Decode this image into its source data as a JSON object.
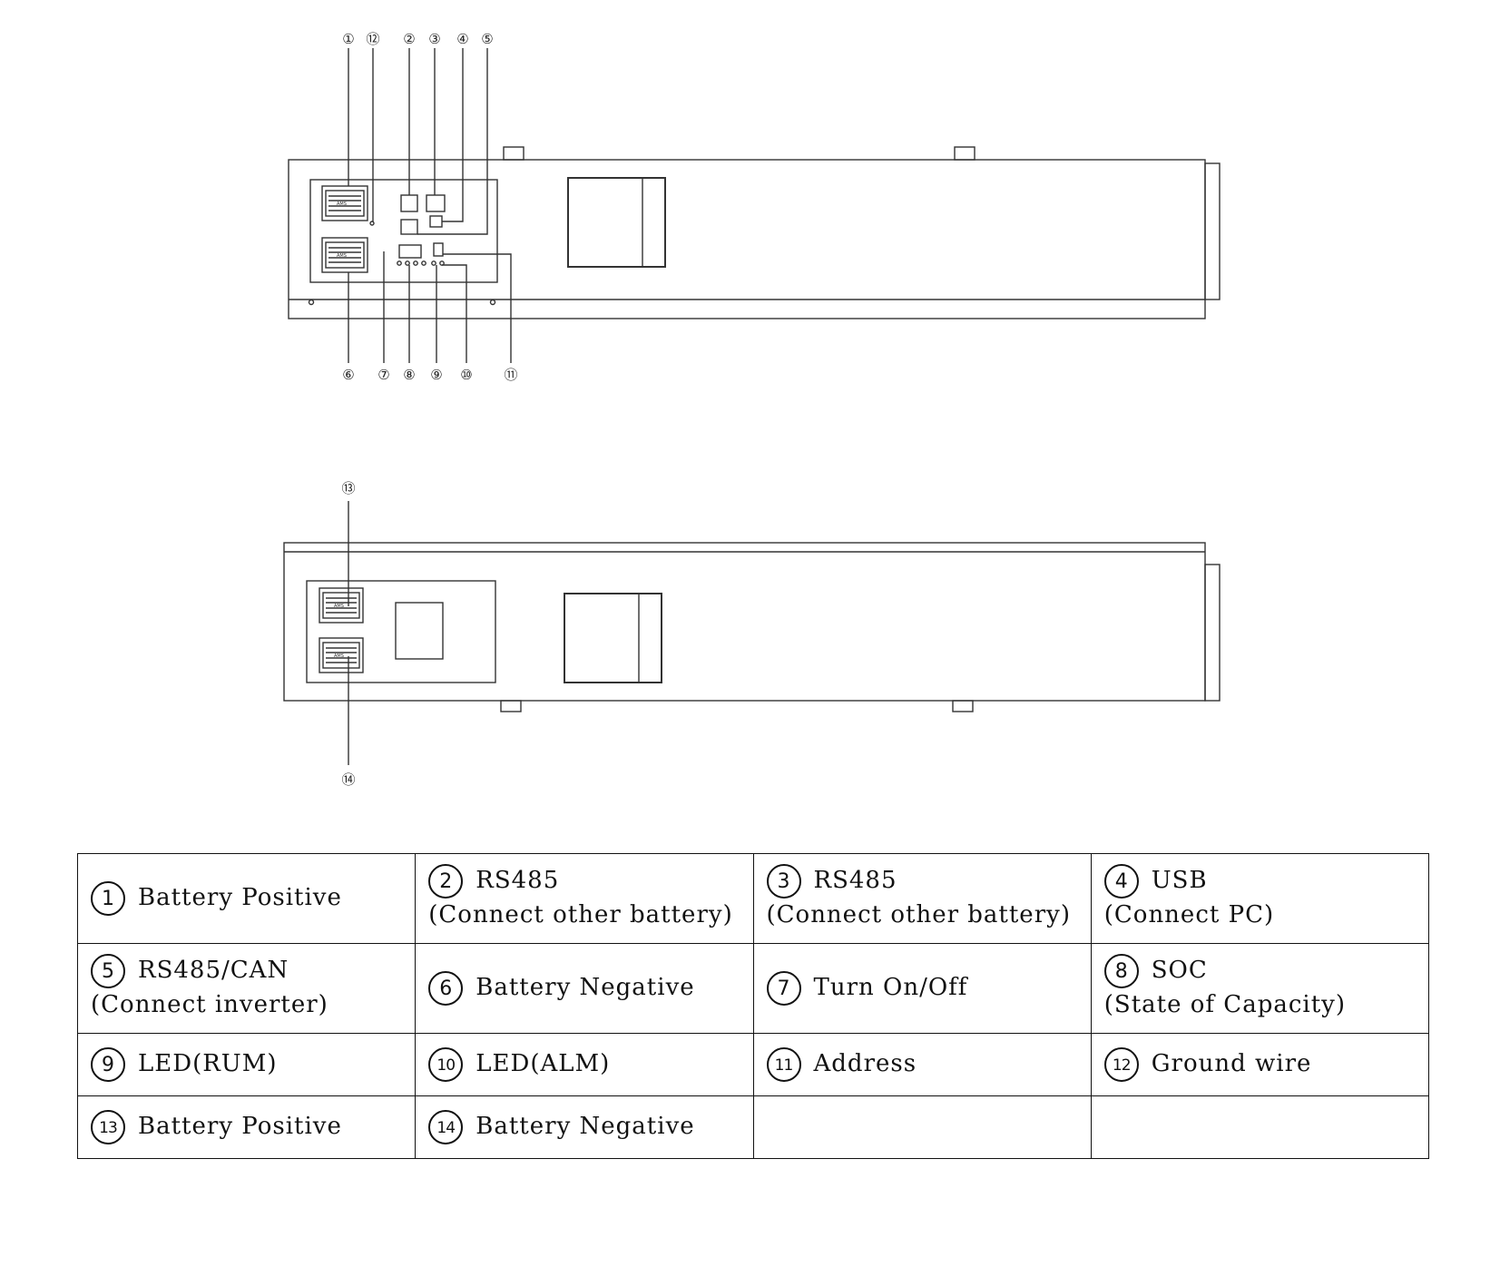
{
  "port_tag": "AMS",
  "callouts": [
    "①",
    "⑫",
    "②",
    "③",
    "④",
    "⑤",
    "⑥",
    "⑦",
    "⑧",
    "⑨",
    "⑩",
    "⑪",
    "⑬",
    "⑭"
  ],
  "legend": {
    "rows": [
      [
        {
          "num": "1",
          "label": "Battery Positive",
          "sub": ""
        },
        {
          "num": "2",
          "label": "RS485",
          "sub": "(Connect other battery)"
        },
        {
          "num": "3",
          "label": "RS485",
          "sub": "(Connect other battery)"
        },
        {
          "num": "4",
          "label": "USB",
          "sub": "(Connect PC)"
        }
      ],
      [
        {
          "num": "5",
          "label": "RS485/CAN",
          "sub": "(Connect inverter)"
        },
        {
          "num": "6",
          "label": "Battery Negative",
          "sub": ""
        },
        {
          "num": "7",
          "label": "Turn On/Off",
          "sub": ""
        },
        {
          "num": "8",
          "label": "SOC",
          "sub": "(State of Capacity)"
        }
      ],
      [
        {
          "num": "9",
          "label": "LED(RUM)",
          "sub": ""
        },
        {
          "num": "10",
          "label": "LED(ALM)",
          "sub": ""
        },
        {
          "num": "11",
          "label": "Address",
          "sub": ""
        },
        {
          "num": "12",
          "label": "Ground wire",
          "sub": ""
        }
      ],
      [
        {
          "num": "13",
          "label": "Battery Positive",
          "sub": ""
        },
        {
          "num": "14",
          "label": "Battery Negative",
          "sub": ""
        },
        {
          "num": "",
          "label": "",
          "sub": ""
        },
        {
          "num": "",
          "label": "",
          "sub": ""
        }
      ]
    ]
  }
}
